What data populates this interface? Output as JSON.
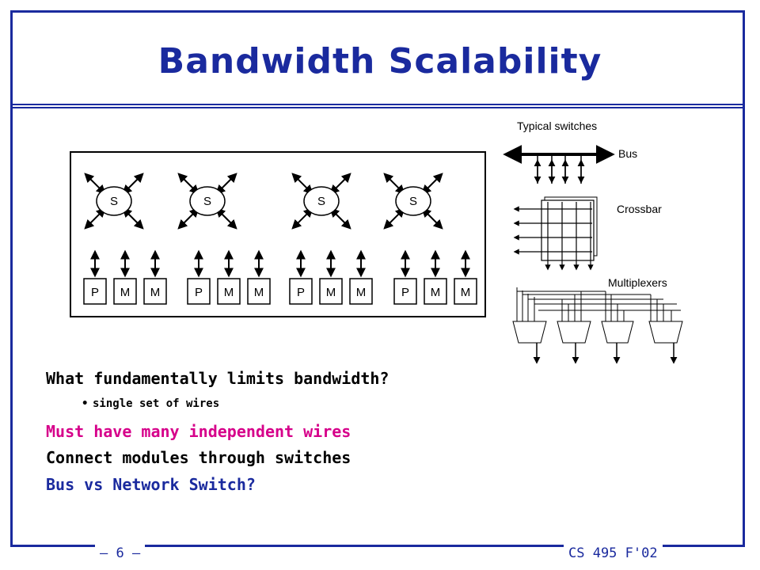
{
  "slide": {
    "title": "Bandwidth Scalability",
    "lines": [
      {
        "text": "What fundamentally limits bandwidth?",
        "color": "#000000"
      },
      {
        "text": "single set of wires",
        "color": "#000000"
      },
      {
        "text": "Must have many independent wires",
        "color": "#d6008a"
      },
      {
        "text": "Connect modules through switches",
        "color": "#000000"
      },
      {
        "text": "Bus vs Network Switch?",
        "color": "#1a2a9e"
      }
    ],
    "footer_left": "– 6 –",
    "footer_right": "CS 495 F'02"
  },
  "diagram": {
    "switch_label": "S",
    "module_groups": [
      [
        "P",
        "M",
        "M"
      ],
      [
        "P",
        "M",
        "M"
      ],
      [
        "P",
        "M",
        "M"
      ],
      [
        "P",
        "M",
        "M"
      ]
    ]
  },
  "switch_types": {
    "heading": "Typical switches",
    "bus_label": "Bus",
    "crossbar_label": "Crossbar",
    "multiplexers_label": "Multiplexers"
  },
  "colors": {
    "accent": "#1a2a9e",
    "magenta": "#d6008a"
  }
}
